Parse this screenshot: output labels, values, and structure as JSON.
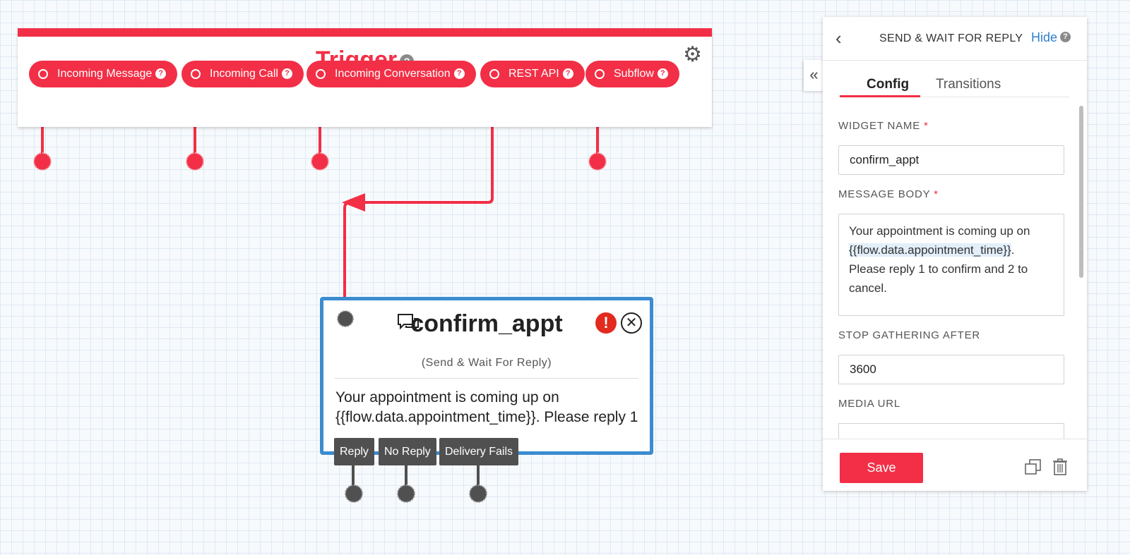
{
  "trigger": {
    "title": "Trigger",
    "help": "?",
    "entries": [
      {
        "label": "Incoming Message"
      },
      {
        "label": "Incoming Call"
      },
      {
        "label": "Incoming Conversation"
      },
      {
        "label": "REST API"
      },
      {
        "label": "Subflow"
      }
    ],
    "pill_help": "?"
  },
  "widget": {
    "name": "confirm_appt",
    "type": "(Send & Wait For Reply)",
    "body": "Your appointment is coming up on {{flow.data.appointment_time}}. Please reply 1 to confirm and 2 to cancel.",
    "error_mark": "!",
    "close_mark": "✕",
    "transitions": [
      "Reply",
      "No Reply",
      "Delivery Fails"
    ]
  },
  "panel": {
    "back_glyph": "‹",
    "title": "SEND & WAIT FOR REPLY",
    "hide_label": "Hide",
    "hide_help": "?",
    "collapse_glyph": "«",
    "tabs": [
      "Config",
      "Transitions"
    ],
    "fields": {
      "widget_name_label": "WIDGET NAME",
      "widget_name_value": "confirm_appt",
      "message_body_label": "MESSAGE BODY",
      "message_body_line1": "Your appointment is coming up on ",
      "message_body_var": "{{flow.data.appointment_time}}",
      "message_body_rest": ". Please reply 1 to confirm and 2 to cancel.",
      "stop_after_label": "STOP GATHERING AFTER",
      "stop_after_value": "3600",
      "media_url_label": "MEDIA URL",
      "required_mark": "*"
    },
    "save_label": "Save"
  },
  "colors": {
    "accent": "#f22f46",
    "widget_border": "#3b8cd0",
    "link": "#2f7fce",
    "transition_button": "#505050"
  }
}
